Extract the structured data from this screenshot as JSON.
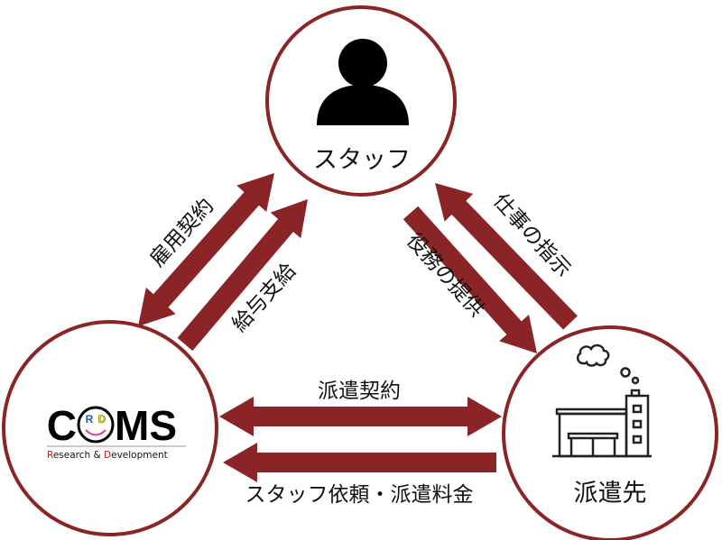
{
  "diagram": {
    "title": "派遣の仕組み",
    "accent_color": "#8b2427",
    "nodes": {
      "staff": {
        "label": "スタッフ",
        "icon": "person-icon"
      },
      "coms": {
        "logo_letters_left": "C",
        "logo_letters_right": "MS",
        "logo_inner_r": "R",
        "logo_inner_d": "D",
        "tagline_r": "R",
        "tagline_mid": "esearch & ",
        "tagline_d": "D",
        "tagline_end": "evelopment",
        "icon": "coms-logo"
      },
      "client": {
        "label": "派遣先",
        "icon": "factory-icon"
      }
    },
    "edges": [
      {
        "id": "employment-contract",
        "label": "雇用契約",
        "from": "coms",
        "to": "staff",
        "direction": "both"
      },
      {
        "id": "salary-payment",
        "label": "給与支給",
        "from": "coms",
        "to": "staff",
        "direction": "forward"
      },
      {
        "id": "service-provision",
        "label": "役務の提供",
        "from": "staff",
        "to": "client",
        "direction": "forward"
      },
      {
        "id": "work-instruction",
        "label": "仕事の指示",
        "from": "client",
        "to": "staff",
        "direction": "forward"
      },
      {
        "id": "dispatch-contract",
        "label": "派遣契約",
        "from": "coms",
        "to": "client",
        "direction": "both"
      },
      {
        "id": "staff-request-fee",
        "label": "スタッフ依頼・派遣料金",
        "from": "client",
        "to": "coms",
        "direction": "forward"
      }
    ]
  }
}
